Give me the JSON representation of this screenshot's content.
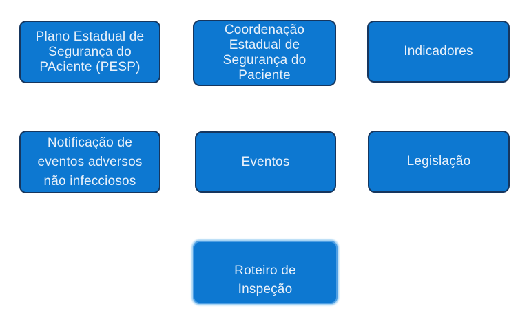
{
  "page": {
    "background": "#ffffff"
  },
  "colors": {
    "button_fill": "#0d78d1",
    "button_border": "#16365e",
    "button_text": "#e9f1fa",
    "focus_ring_border": "#4f9fe3",
    "focus_ring_glow": "#9ed0f3"
  },
  "buttons": [
    {
      "id": "plano-estadual-pesp",
      "label": "Plano Estadual de\nSegurança do\nPAciente (PESP)"
    },
    {
      "id": "coordenacao-estadual",
      "label": "Coordenação\nEstadual de\nSegurança do\nPaciente"
    },
    {
      "id": "indicadores",
      "label": "Indicadores"
    },
    {
      "id": "notificacao-eventos-adversos",
      "label": "Notificação de\neventos adversos\nnão infecciosos"
    },
    {
      "id": "eventos",
      "label": "Eventos"
    },
    {
      "id": "legislacao",
      "label": "Legislação"
    },
    {
      "id": "roteiro-inspecao",
      "label": "Roteiro de\nInspeção"
    }
  ]
}
